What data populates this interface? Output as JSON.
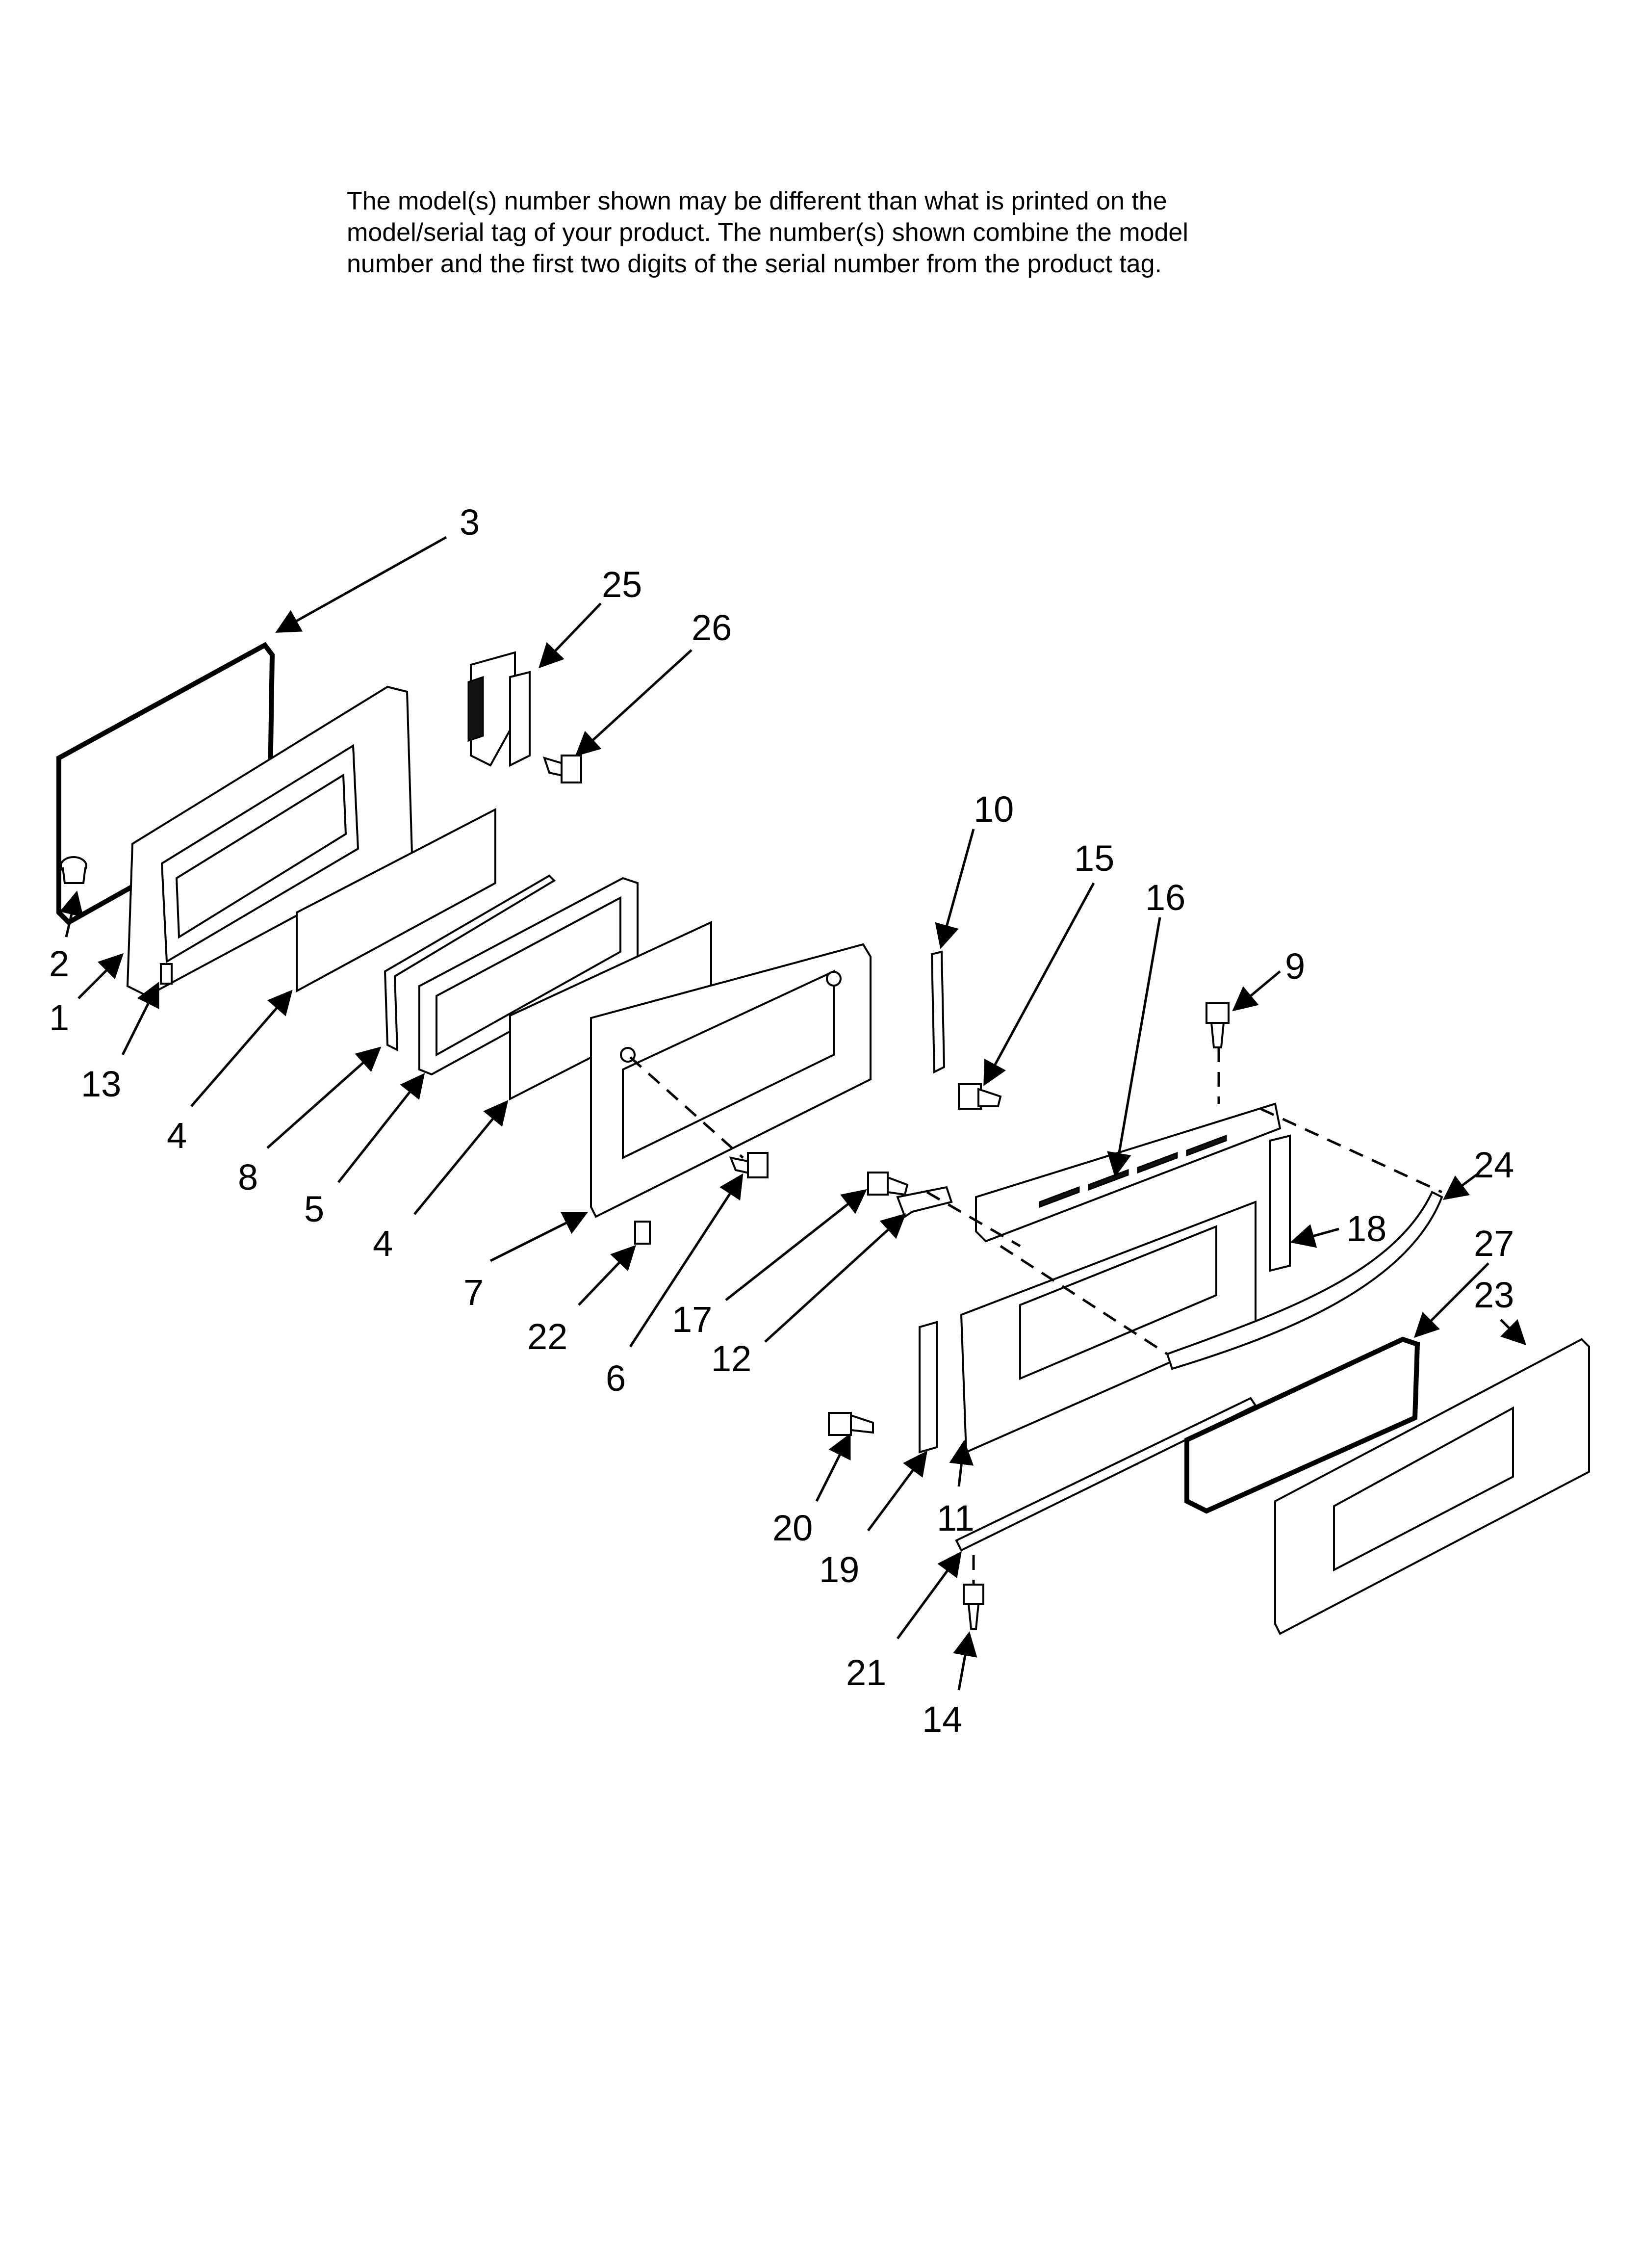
{
  "note": {
    "lines": [
      "The model(s) number shown may be different than what is printed on the",
      "model/serial tag of your product. The number(s) shown combine the model",
      "number and the first two digits of the serial number from the product tag."
    ]
  },
  "callouts": [
    "1",
    "2",
    "3",
    "4",
    "4",
    "5",
    "6",
    "7",
    "8",
    "9",
    "10",
    "11",
    "12",
    "13",
    "14",
    "15",
    "16",
    "17",
    "18",
    "19",
    "20",
    "21",
    "22",
    "23",
    "24",
    "25",
    "26",
    "27"
  ]
}
